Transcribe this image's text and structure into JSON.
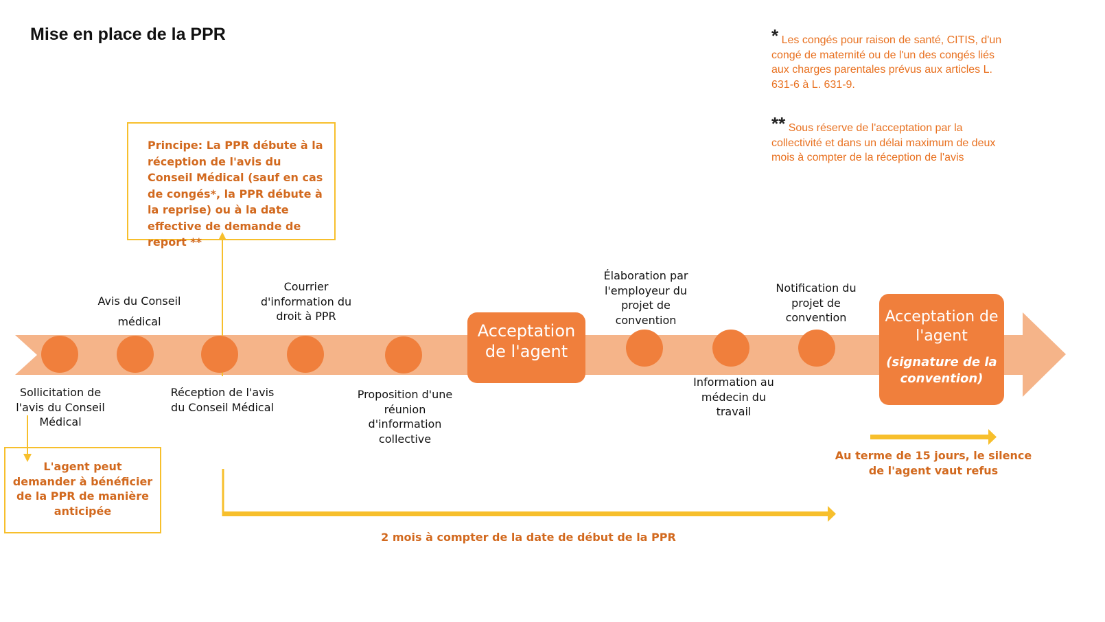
{
  "title": "Mise en place de la PPR",
  "footnotes": {
    "note1_mark": "*",
    "note1_text": "Les congés pour raison de santé, CITIS, d'un congé de maternité ou de l'un des congés liés aux charges parentales prévus aux articles L. 631-6 à L. 631-9.",
    "note2_mark": "**",
    "note2_text": "Sous réserve de l'acceptation par la collectivité et dans un délai maximum de deux mois à compter de la réception de l'avis"
  },
  "principle_box": "Principe: La PPR débute à la réception de l'avis du Conseil Médical (sauf en cas de congés*, la PPR débute à la reprise) ou à la date effective de demande de report **",
  "anticipation_box": "L'agent peut demander à bénéficier de la PPR de manière anticipée",
  "steps": {
    "sollicitation": "Sollicitation de l'avis du Conseil Médical",
    "avis_line1": "Avis du Conseil",
    "avis_line2": "médical",
    "reception": "Réception de l'avis du Conseil Médical",
    "courrier": "Courrier d'information du droit à PPR",
    "proposition": "Proposition d'une réunion d'information collective",
    "elaboration": "Élaboration par l'employeur  du projet de convention",
    "information": "Information au médecin du travail",
    "notification": "Notification du projet de convention"
  },
  "acceptance1": "Acceptation de l'agent",
  "acceptance2_title": "Acceptation de l'agent",
  "acceptance2_sub": "(signature de la convention)",
  "silence_text": "Au terme de 15 jours, le silence de l'agent vaut refus",
  "duration_text": "2 mois à compter de la date de début de la PPR",
  "colors": {
    "band": "#f5b489",
    "dot": "#f07f3c",
    "accent_yellow": "#f7bf2c",
    "text_orange": "#d2691e"
  }
}
